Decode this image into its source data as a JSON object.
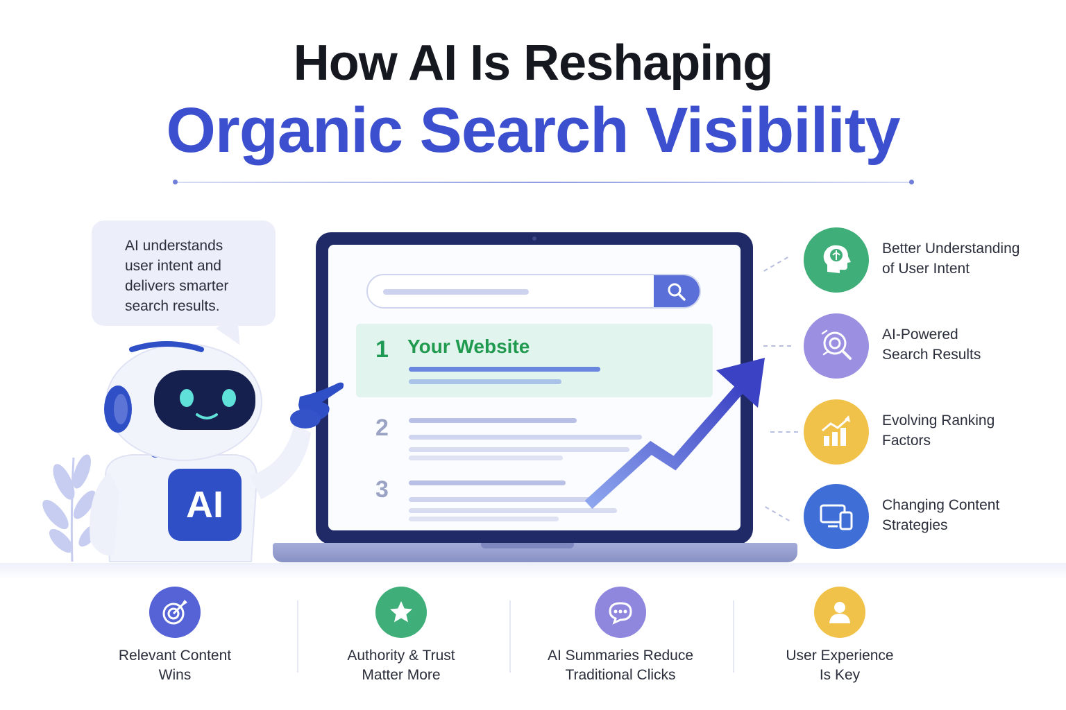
{
  "header": {
    "title_line1": "How AI Is Reshaping",
    "title_line2": "Organic Search Visibility"
  },
  "speech_bubble": {
    "lines": [
      "AI understands",
      "user intent and",
      "delivers smarter",
      "search results."
    ]
  },
  "robot": {
    "chest_label": "AI"
  },
  "laptop": {
    "results": [
      {
        "rank": "1",
        "title": "Your Website"
      },
      {
        "rank": "2"
      },
      {
        "rank": "3"
      }
    ]
  },
  "features": [
    {
      "line1": "Better Understanding",
      "line2": "of User Intent",
      "icon": "brain-head-icon",
      "color": "#3fae78"
    },
    {
      "line1": "AI-Powered",
      "line2": "Search Results",
      "icon": "target-search-icon",
      "color": "#9a8fe0"
    },
    {
      "line1": "Evolving Ranking",
      "line2": "Factors",
      "icon": "growth-chart-icon",
      "color": "#f1c24a"
    },
    {
      "line1": "Changing Content",
      "line2": "Strategies",
      "icon": "devices-icon",
      "color": "#3f6fd6"
    }
  ],
  "bottom": [
    {
      "line1": "Relevant Content",
      "line2": "Wins",
      "icon": "target-icon",
      "color": "#5563d6"
    },
    {
      "line1": "Authority & Trust",
      "line2": "Matter More",
      "icon": "star-icon",
      "color": "#3fae78"
    },
    {
      "line1": "AI Summaries Reduce",
      "line2": "Traditional Clicks",
      "icon": "chat-icon",
      "color": "#8f86dd"
    },
    {
      "line1": "User Experience",
      "line2": "Is Key",
      "icon": "user-icon",
      "color": "#f1c24a"
    }
  ]
}
